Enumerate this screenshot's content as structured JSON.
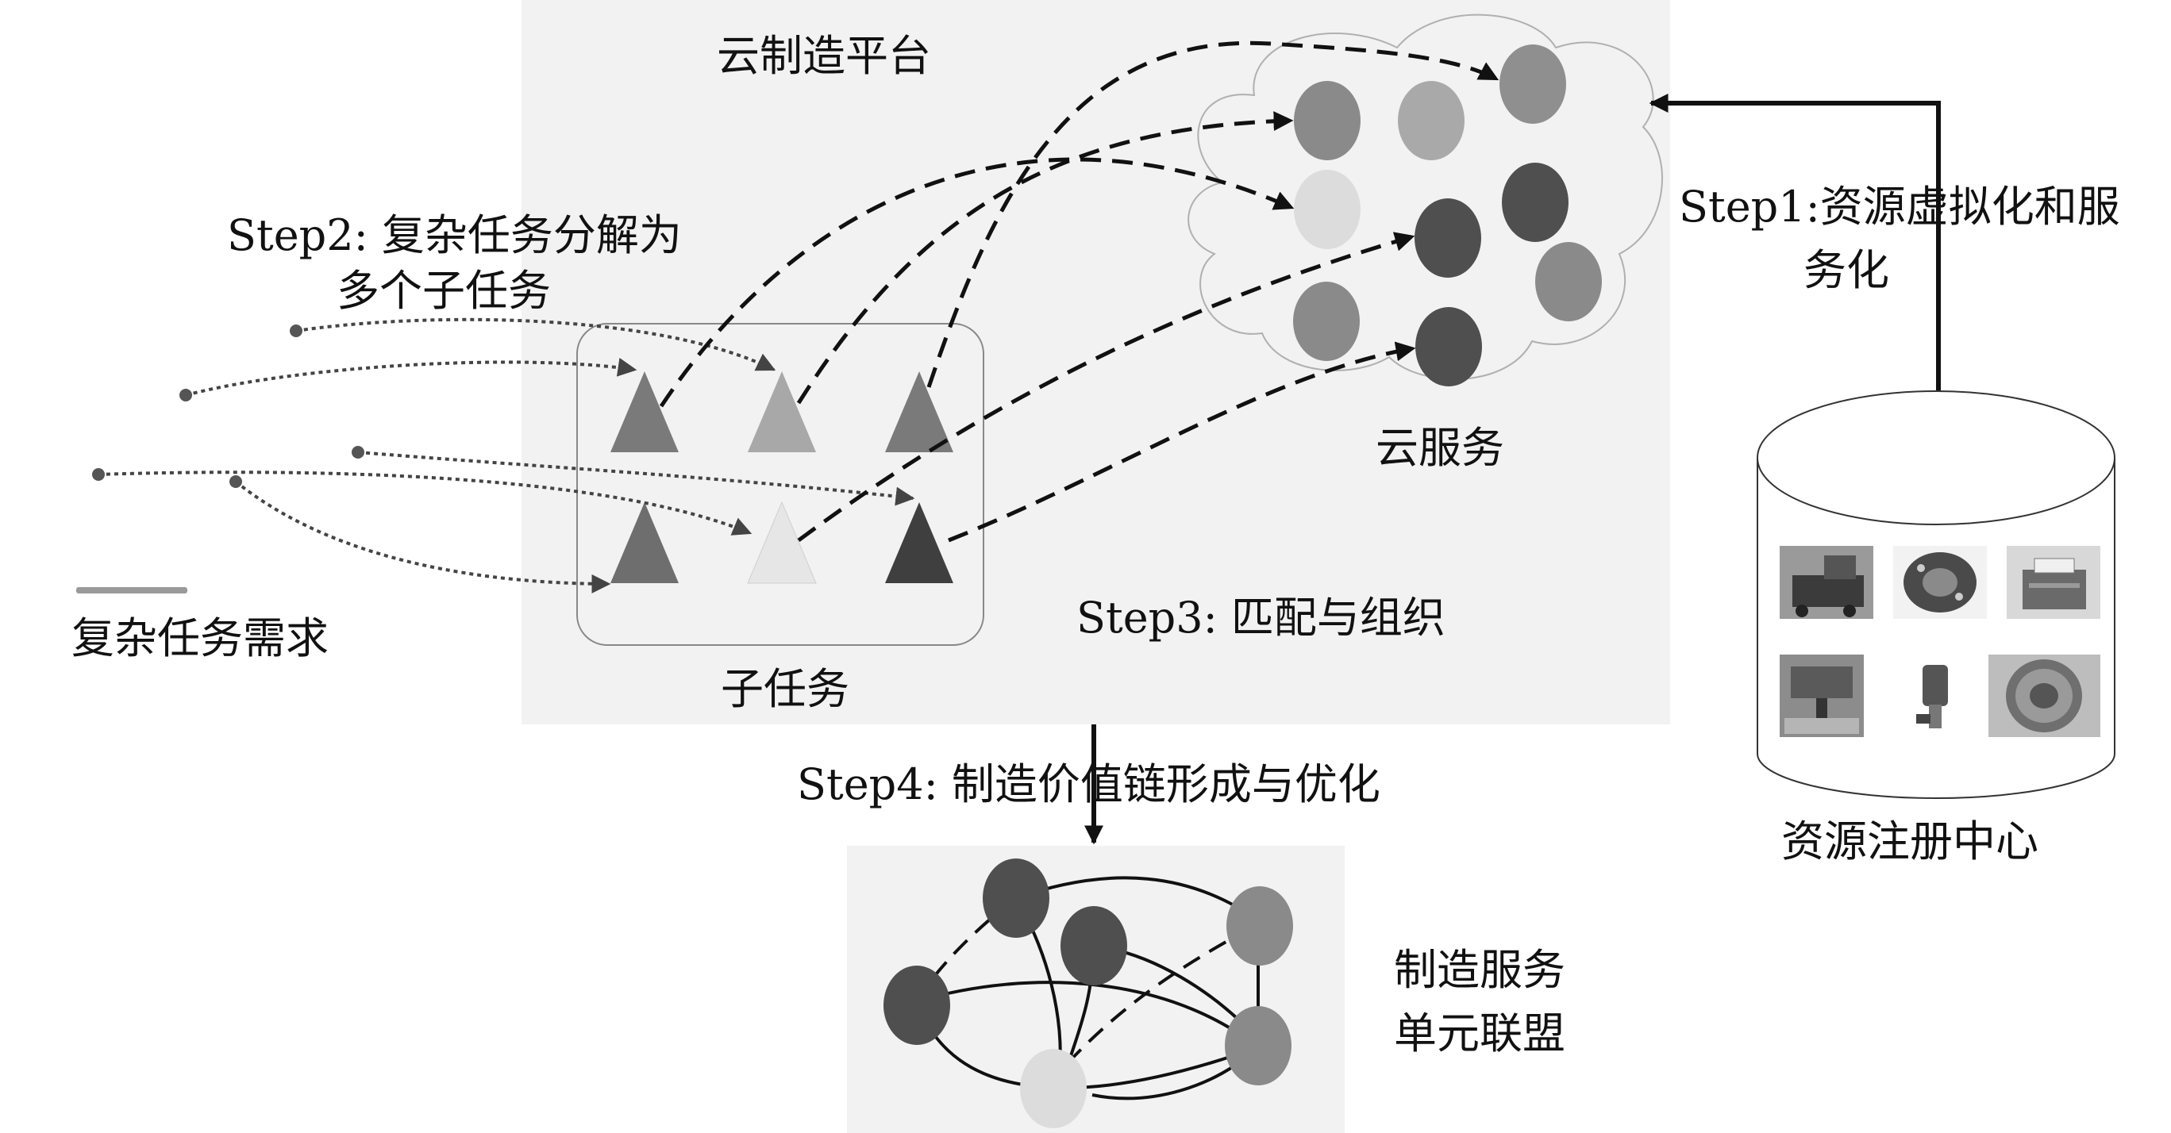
{
  "platform": {
    "title": "云制造平台"
  },
  "steps": {
    "step1": {
      "line1": "Step1:资源虚拟化和服",
      "line2": "务化"
    },
    "step2": {
      "line1": "Step2: 复杂任务分解为",
      "line2": "多个子任务"
    },
    "step3": {
      "label": "Step3: 匹配与组织"
    },
    "step4": {
      "label": "Step4: 制造价值链形成与优化"
    }
  },
  "labels": {
    "complex_task": "复杂任务需求",
    "subtask": "子任务",
    "cloud_service": "云服务",
    "registry": "资源注册中心",
    "alliance_line1": "制造服务",
    "alliance_line2": "单元联盟"
  },
  "colors": {
    "panel": "#f2f2f2",
    "node_dark": "#4f4f4f",
    "node_mid": "#8a8a8a",
    "node_light": "#a9a9a9",
    "node_pale": "#dcdcdc"
  }
}
